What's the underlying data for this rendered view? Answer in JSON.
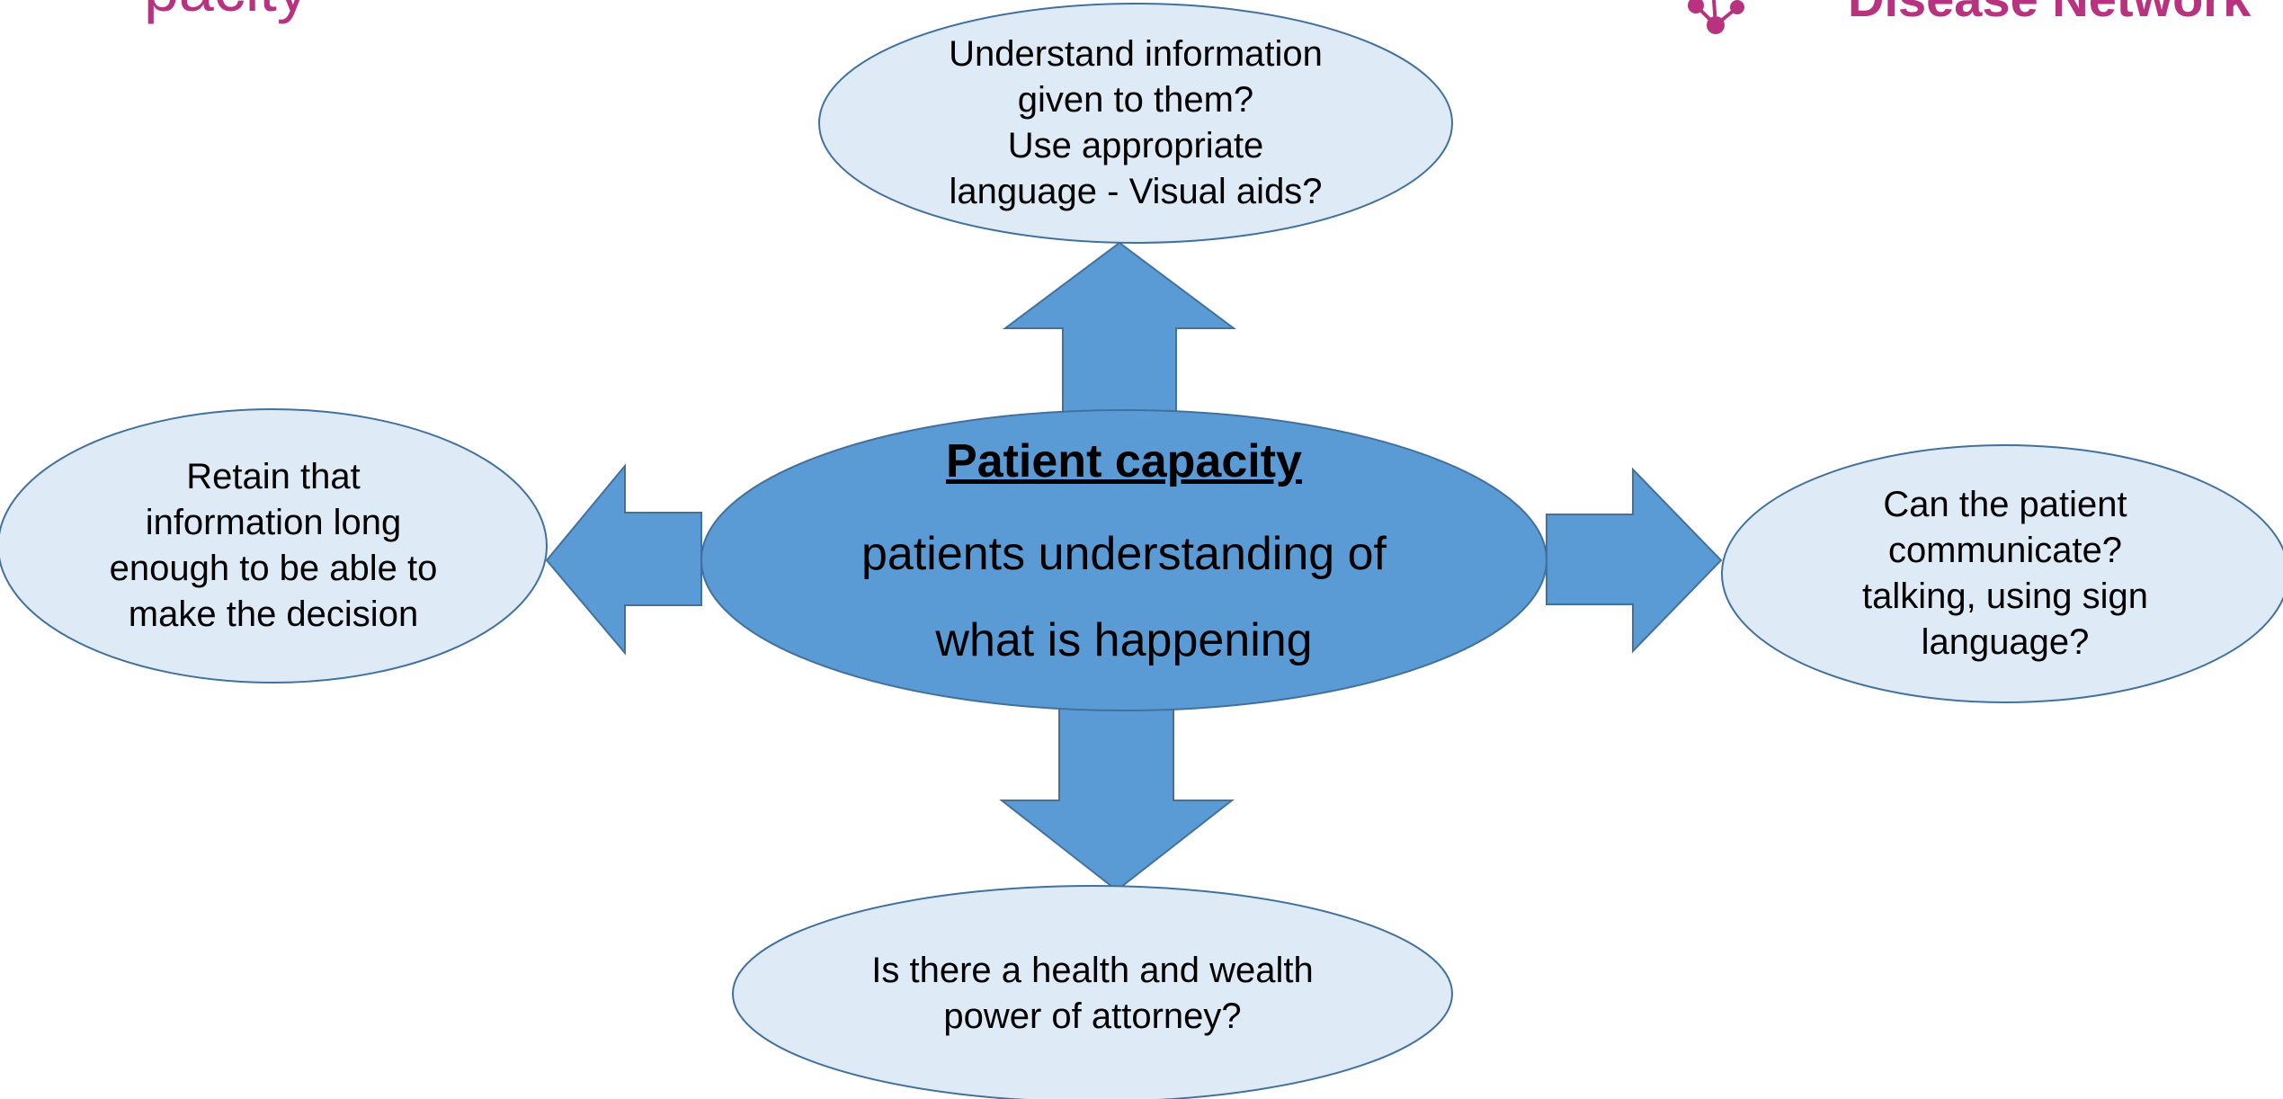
{
  "colors": {
    "center_fill": "#5b9bd5",
    "outer_fill": "#deebf7",
    "outline": "#41719c",
    "brand_magenta": "#b83280"
  },
  "center": {
    "title": "Patient capacity",
    "lines": [
      "patients understanding of",
      "what is happening"
    ]
  },
  "nodes": {
    "top": {
      "lines": [
        "Understand  information",
        "given to them?",
        "Use appropriate",
        "language  - Visual aids?"
      ]
    },
    "left": {
      "lines": [
        "Retain that",
        "information  long",
        "enough  to be able to",
        "make the decision"
      ]
    },
    "right": {
      "lines": [
        "Can the patient",
        "communicate?",
        "talking, using sign",
        "language?"
      ]
    },
    "bottom": {
      "lines": [
        "Is there a health and wealth",
        "power of attorney?"
      ]
    }
  },
  "arrows": [
    {
      "direction": "up",
      "icon": "up-arrow-icon"
    },
    {
      "direction": "down",
      "icon": "down-arrow-icon"
    },
    {
      "direction": "left",
      "icon": "left-arrow-icon"
    },
    {
      "direction": "right",
      "icon": "right-arrow-icon"
    }
  ],
  "header_fragments": {
    "top_left": "pacity",
    "top_right": "Disease Network"
  },
  "logo": {
    "icon": "network-logo-icon"
  }
}
